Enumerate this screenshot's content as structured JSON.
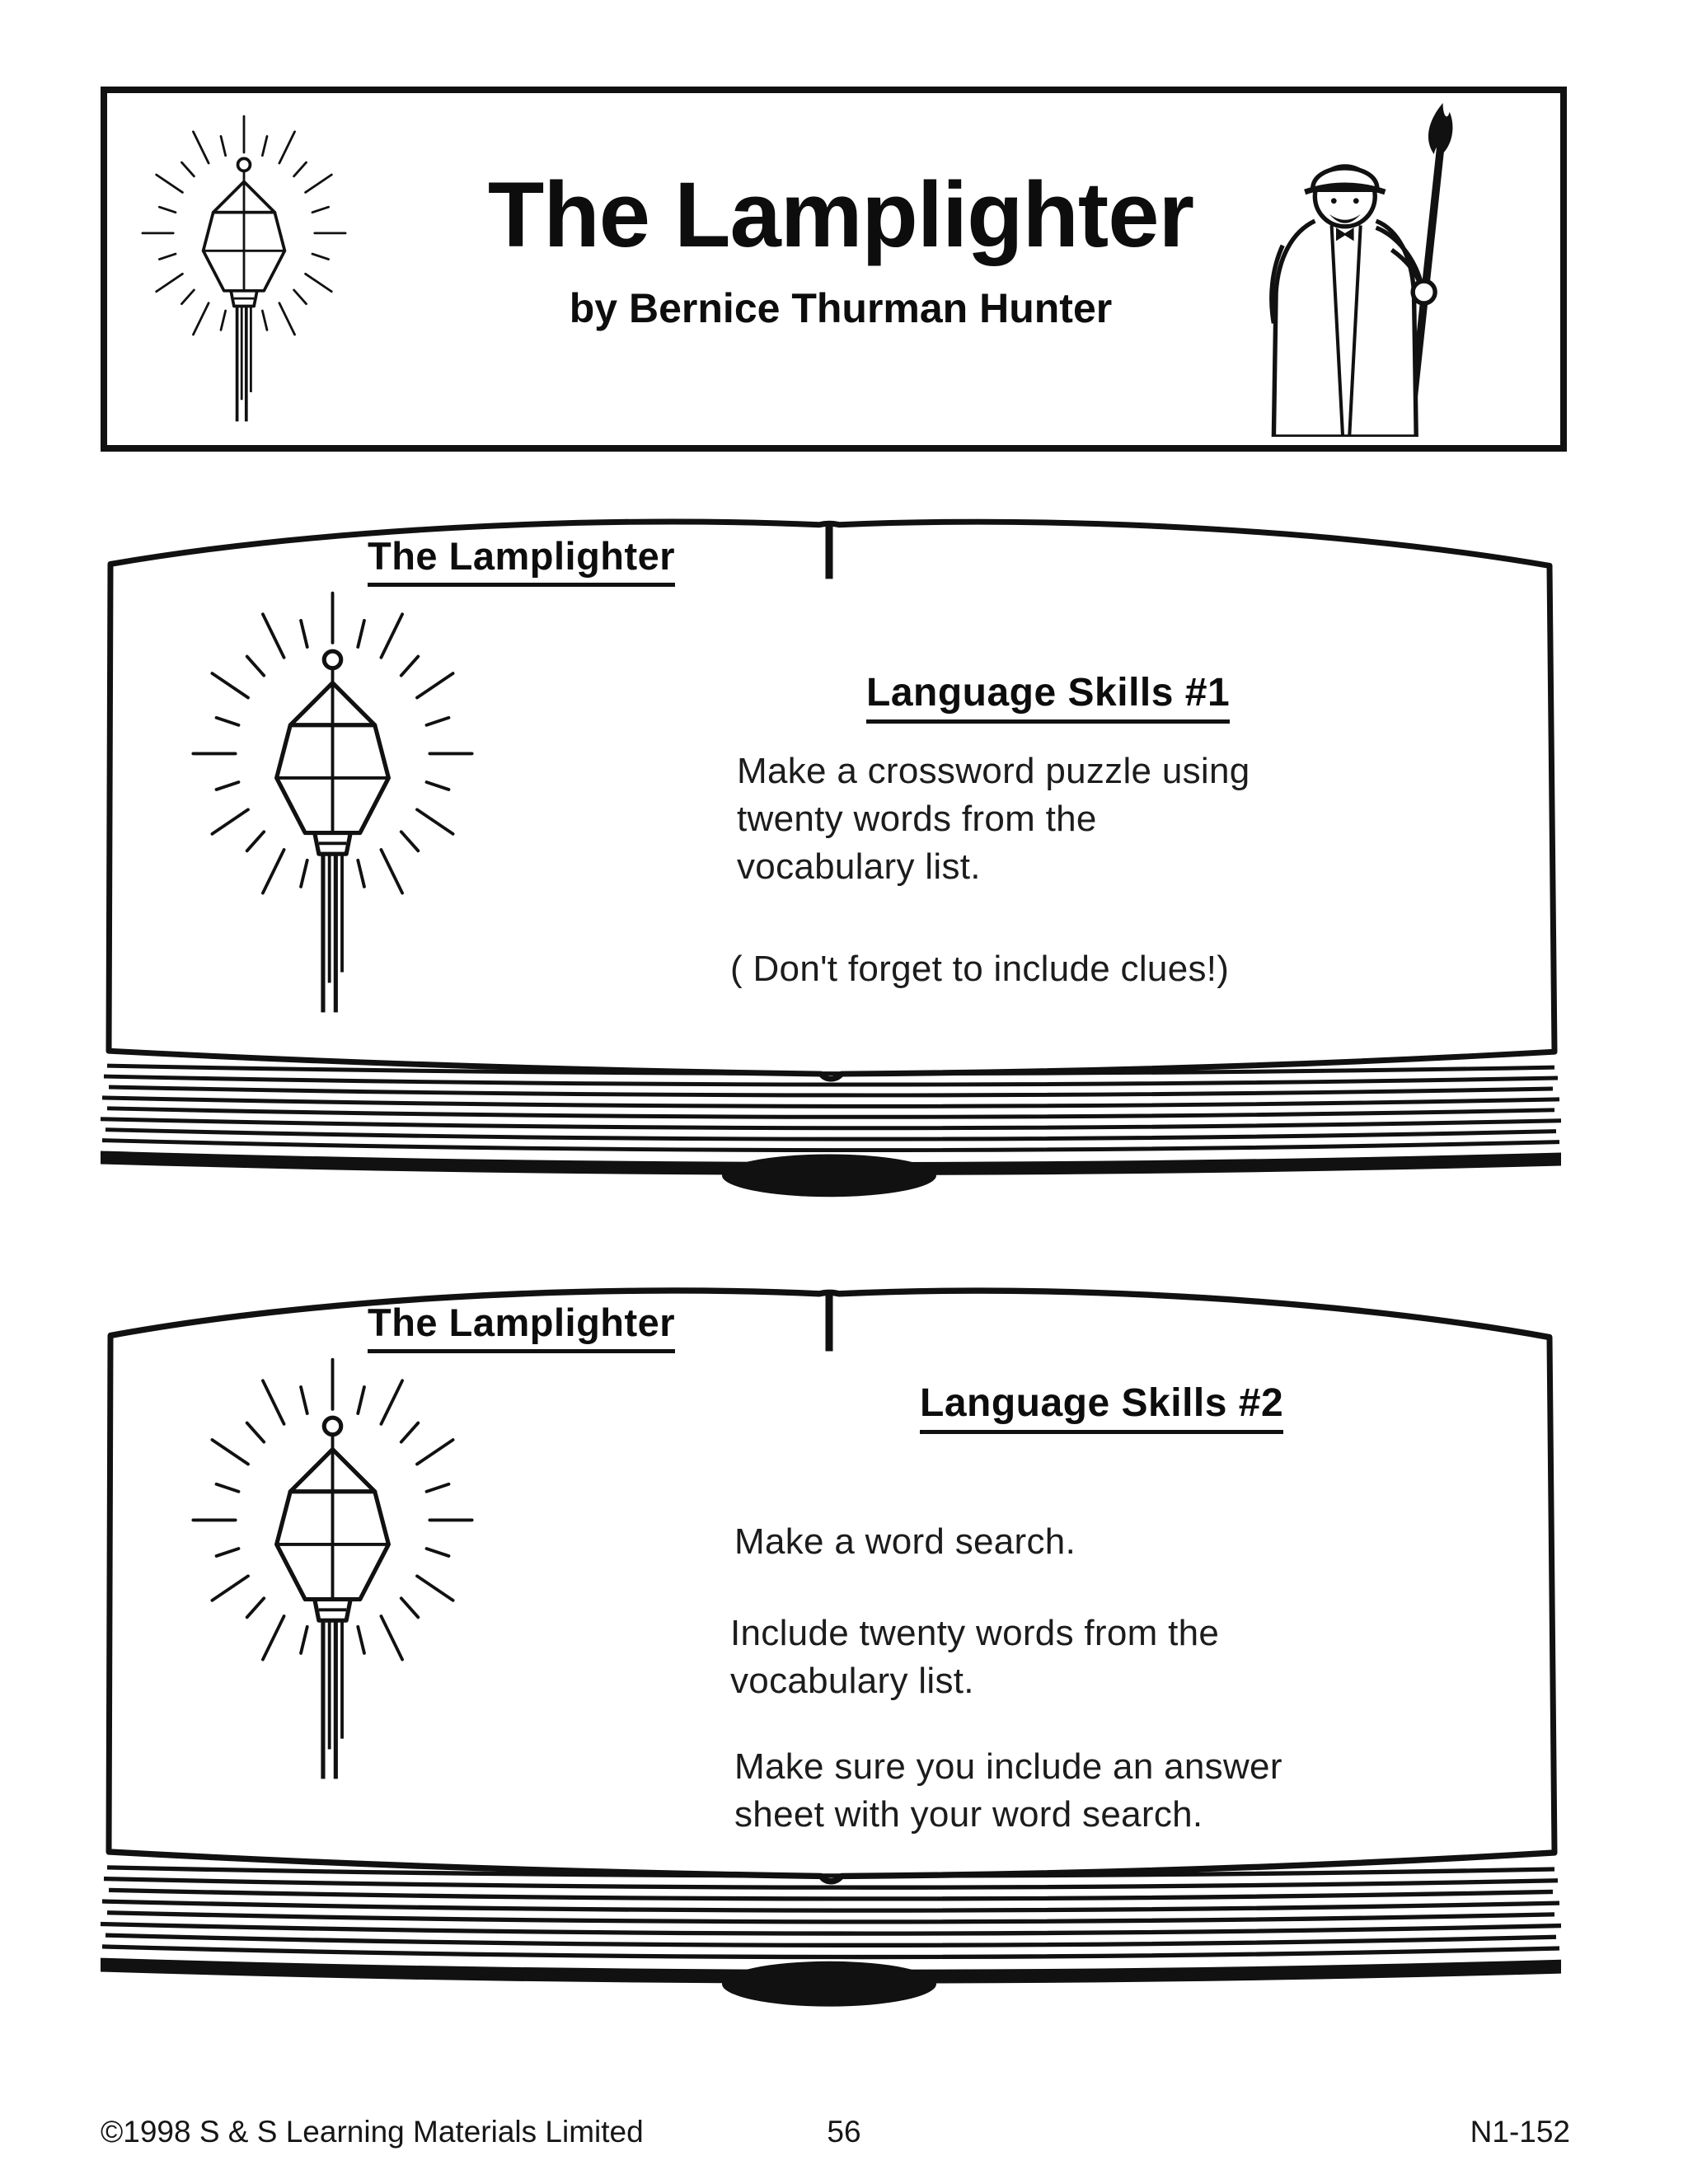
{
  "header": {
    "title": "The Lamplighter",
    "subtitle": "by Bernice Thurman Hunter"
  },
  "sections": [
    {
      "book_heading": "The Lamplighter",
      "activity_title": "Language Skills #1",
      "paragraphs": [
        "Make a crossword puzzle using\ntwenty words from the\nvocabulary list.",
        "( Don't forget to include clues!)"
      ]
    },
    {
      "book_heading": "The Lamplighter",
      "activity_title": "Language Skills #2",
      "paragraphs": [
        "Make a word search.",
        "Include twenty words from the\nvocabulary list.",
        "Make sure you  include an answer\nsheet with your word search."
      ]
    }
  ],
  "footer": {
    "copyright": "©1998  S & S Learning Materials Limited",
    "page_number": "56",
    "code": "N1-152"
  },
  "icons": {
    "lamp": "street-lamp-with-glow-icon",
    "figure": "lamplighter-man-with-torch-icon",
    "book": "open-book-illustration"
  },
  "colors": {
    "ink": "#111111",
    "paper": "#ffffff"
  }
}
